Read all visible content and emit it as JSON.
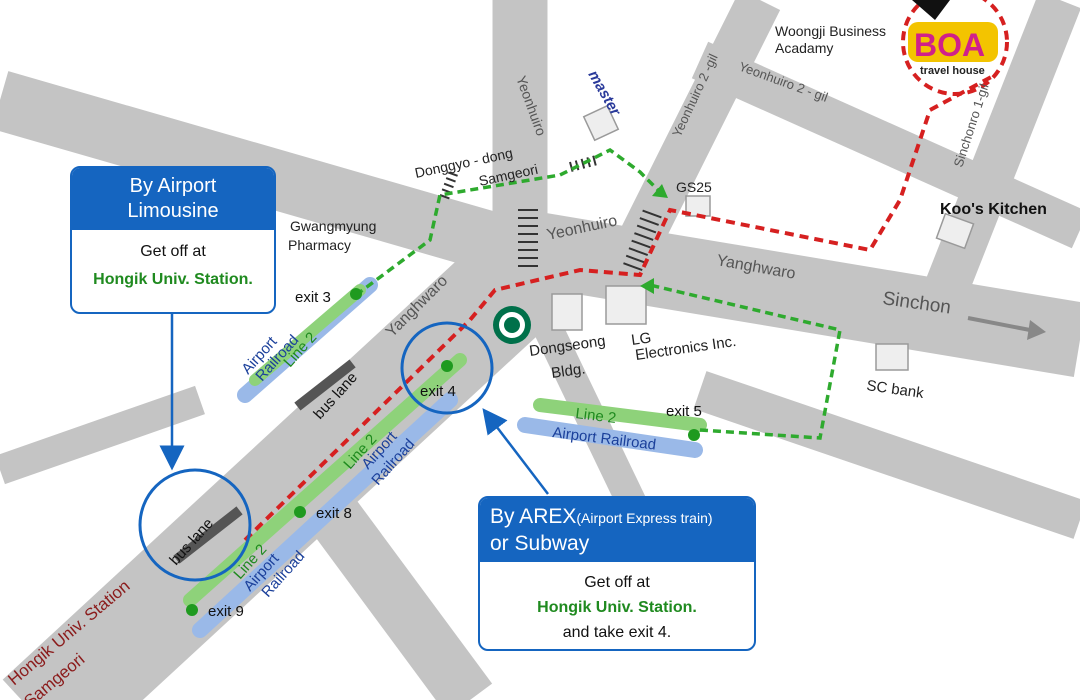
{
  "streets": {
    "yeonhuiro_vertical": "Yeonhuiro",
    "yeonhuiro_2gil_a": "Yeonhuiro 2 -gil",
    "yeonhuiro_2gil_b": "Yeonhuiro 2 - gil",
    "sinchonro_1gil": "Sinchonro 1-gil",
    "yeonhuiro_center": "Yeonhuiro",
    "yanghwaro_right": "Yanghwaro",
    "yanghwaro_left": "Yanghwaro",
    "sinchon": "Sinchon",
    "donggyo_line1": "Donggyo - dong",
    "donggyo_line2": "Samgeori",
    "hongik_station": "Hongik Univ. Station",
    "samgeori_bottom": "Samgeori"
  },
  "places": {
    "woongji_line1": "Woongji Business",
    "woongji_line2": "Acadamy",
    "boa_logo": "BOA",
    "boa_sub": "travel house",
    "master_logo": "master",
    "gs25": "GS25",
    "koos_kitchen": "Koo's Kitchen",
    "pharmacy_line1": "Gwangmyung",
    "pharmacy_line2": "Pharmacy",
    "dongseong_line1": "Dongseong",
    "dongseong_line2": "Bldg.",
    "lg_line1": "LG",
    "lg_line2": "Electronics Inc.",
    "sc_bank": "SC bank"
  },
  "exits": {
    "exit3": "exit 3",
    "exit4": "exit 4",
    "exit5": "exit 5",
    "exit8": "exit 8",
    "exit9": "exit 9"
  },
  "lines": {
    "line2": "Line 2",
    "airport_railroad": "Airport Railroad",
    "airport_word": "Airport",
    "railroad_word": "Railroad",
    "bus_lane": "bus lane"
  },
  "limousine_box": {
    "title_line1": "By Airport",
    "title_line2": "Limousine",
    "body_line1": "Get off at",
    "body_line2": "Hongik Univ. Station."
  },
  "arex_box": {
    "title_main": "By AREX",
    "title_paren": "(Airport Express train)",
    "title_line2": "or Subway",
    "body_line1": "Get off at",
    "body_line2": "Hongik Univ. Station.",
    "body_line3": "and take exit 4."
  },
  "colors": {
    "road": "#c4c4c4",
    "background": "#ffffff",
    "walk_route": "#d62020",
    "subway_route": "#2eaa2e",
    "line2": "#8ed27a",
    "airport_railroad": "#9ab9e8",
    "box_blue": "#1565c0",
    "station_text": "#8b1c1c"
  }
}
